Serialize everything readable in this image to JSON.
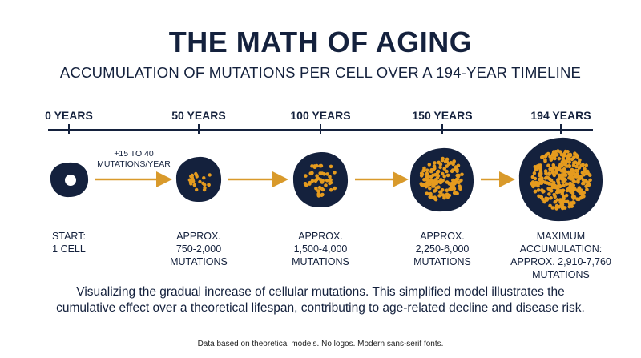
{
  "title": "THE MATH OF AGING",
  "subtitle": "ACCUMULATION OF MUTATIONS PER CELL OVER A 194-YEAR TIMELINE",
  "timeline": [
    "0 YEARS",
    "50 YEARS",
    "100 YEARS",
    "150 YEARS",
    "194 YEARS"
  ],
  "rate_label": [
    "+15 TO 40",
    "MUTATIONS/YEAR"
  ],
  "stages": [
    {
      "lines": [
        "START:",
        "1 CELL"
      ]
    },
    {
      "lines": [
        "APPROX.",
        "750-2,000",
        "MUTATIONS"
      ]
    },
    {
      "lines": [
        "APPROX.",
        "1,500-4,000",
        "MUTATIONS"
      ]
    },
    {
      "lines": [
        "APPROX.",
        "2,250-6,000",
        "MUTATIONS"
      ]
    },
    {
      "lines": [
        "MAXIMUM",
        "ACCUMULATION:",
        "APPROX. 2,910-7,760",
        "MUTATIONS"
      ]
    }
  ],
  "caption": [
    "Visualizing the gradual increase of cellular mutations. This simplified model illustrates the",
    "cumulative effect over a theoretical lifespan, contributing to age-related decline and disease risk."
  ],
  "footnote": "Data based on theoretical models. No logos. Modern sans-serif fonts.",
  "colors": {
    "navy": "#14213d",
    "gold": "#e59b1e",
    "arrow": "#d99a2b"
  }
}
